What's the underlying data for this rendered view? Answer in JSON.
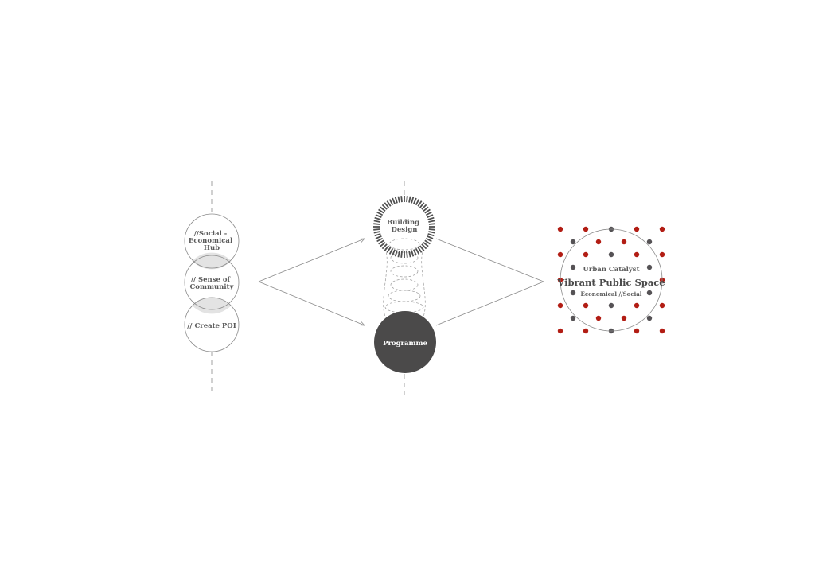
{
  "left_circles": [
    {
      "lines": [
        "//Social -",
        "Economical",
        "Hub"
      ]
    },
    {
      "lines": [
        "// Sense of",
        "Community"
      ]
    },
    {
      "lines": [
        "// Create POI"
      ]
    }
  ],
  "building": {
    "lines": [
      "Building",
      "Design"
    ]
  },
  "programme": {
    "label": "Programme"
  },
  "result": {
    "top": "Urban Catalyst",
    "title": "Vibrant Public Space",
    "bottom": "Economical //Social"
  },
  "colors": {
    "red_dot": "#b21d14",
    "grey_dot": "#555255",
    "programme_fill": "#4b4a4a",
    "line": "#8a8a8a",
    "overlap": "#e3e3e3"
  }
}
